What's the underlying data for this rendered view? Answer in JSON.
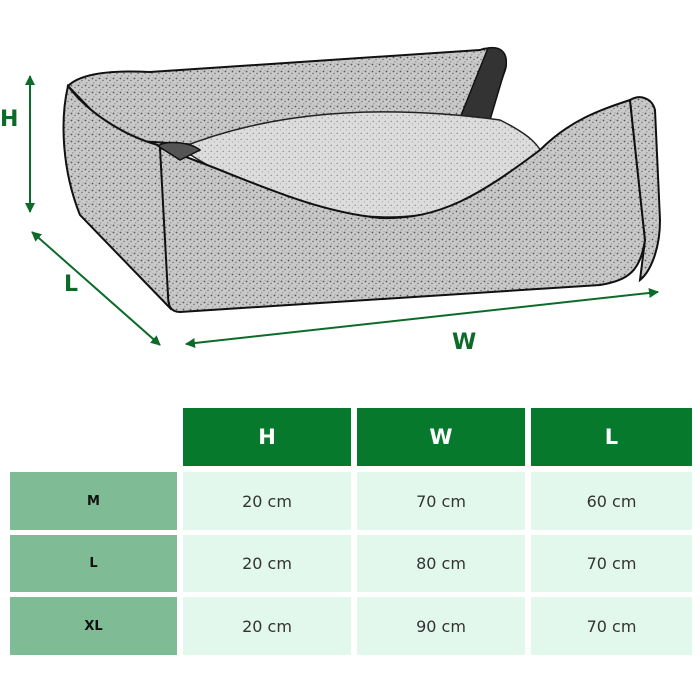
{
  "colors": {
    "header_bg": "#07792c",
    "row_header_bg": "#7fbb94",
    "value_bg": "#e2f8ec",
    "text": "#333333",
    "dimension_text": "#0d6b2a"
  },
  "dimension_labels": {
    "height": "H",
    "length": "L",
    "width": "W"
  },
  "table": {
    "headers": [
      "H",
      "W",
      "L"
    ],
    "rows": [
      {
        "size": "M",
        "values": [
          "20 cm",
          "70 cm",
          "60 cm"
        ]
      },
      {
        "size": "L",
        "values": [
          "20 cm",
          "80 cm",
          "70 cm"
        ]
      },
      {
        "size": "XL",
        "values": [
          "20 cm",
          "90 cm",
          "70 cm"
        ]
      }
    ]
  }
}
